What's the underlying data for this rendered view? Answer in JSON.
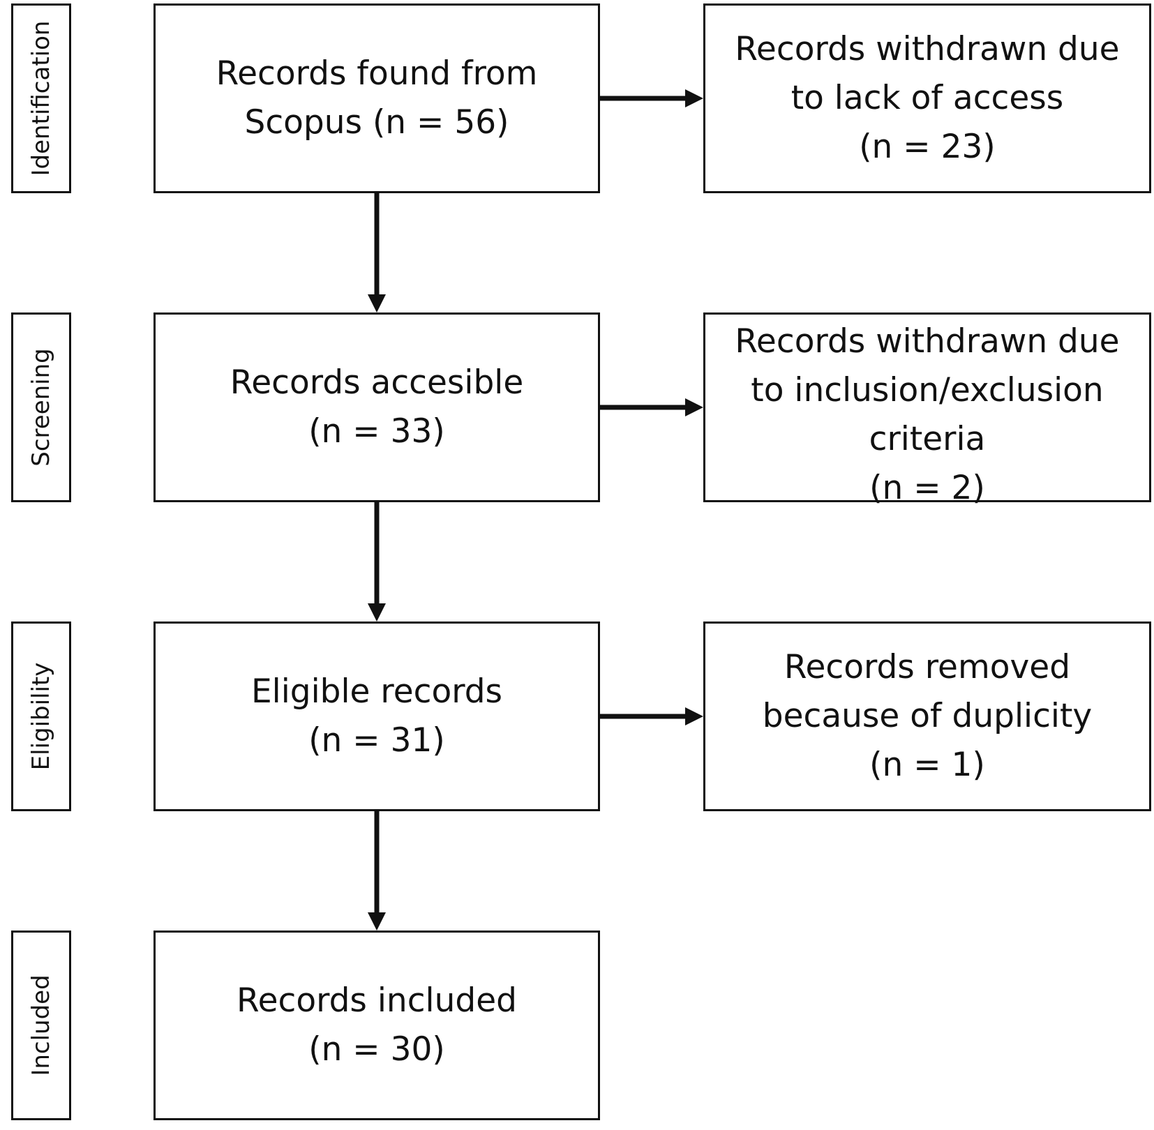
{
  "stages": [
    {
      "id": "identification",
      "label": "Identification"
    },
    {
      "id": "screening",
      "label": "Screening"
    },
    {
      "id": "eligibility",
      "label": "Eligibility"
    },
    {
      "id": "included",
      "label": "Included"
    }
  ],
  "main_boxes": {
    "found": {
      "line1": "Records found from",
      "line2": "Scopus (n = 56)"
    },
    "accessible": {
      "line1": "Records accesible",
      "line2": "(n = 33)"
    },
    "eligible": {
      "line1": "Eligible records",
      "line2": "(n = 31)"
    },
    "included": {
      "line1": "Records included",
      "line2": "(n = 30)"
    }
  },
  "side_boxes": {
    "no_access": {
      "line1": "Records withdrawn due",
      "line2": "to lack of access",
      "line3": "(n = 23)"
    },
    "criteria": {
      "line1": "Records withdrawn due",
      "line2": "to inclusion/exclusion",
      "line3": "criteria",
      "line4": "(n = 2)"
    },
    "duplicity": {
      "line1": "Records removed",
      "line2": "because of duplicity",
      "line3": "(n = 1)"
    }
  }
}
